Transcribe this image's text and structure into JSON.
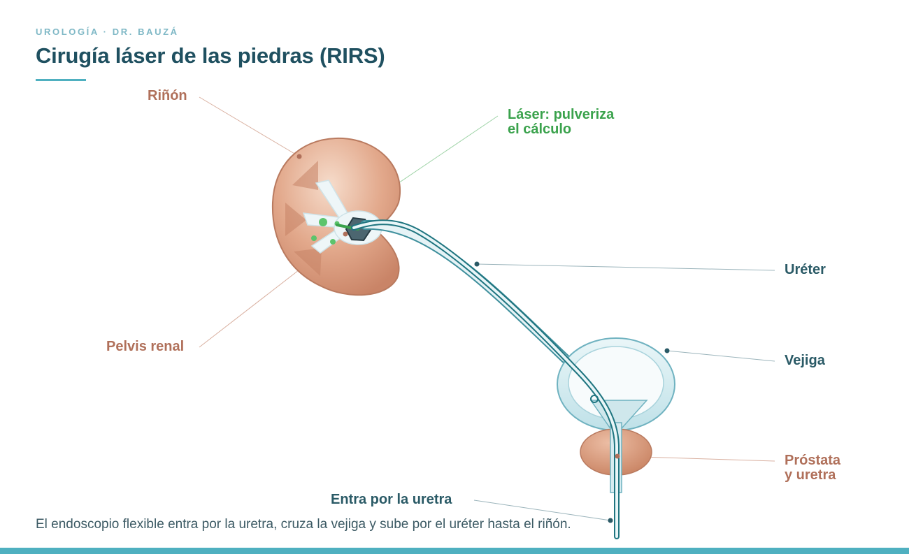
{
  "header": {
    "kicker": "UROLOGÍA · DR. BAUZÁ",
    "title": "Cirugía láser de las piedras (RIRS)"
  },
  "labels": {
    "kidney": "Riñón",
    "laser_line1": "Láser: pulveriza",
    "laser_line2": "el cálculo",
    "ureter": "Uréter",
    "pelvis": "Pelvis renal",
    "bladder": "Vejiga",
    "prostate_line1": "Próstata",
    "prostate_line2": "y uretra",
    "urethra_entry": "Entra por la uretra"
  },
  "caption": "El endoscopio flexible entra por la uretra, cruza la vejiga y sube por el uréter hasta el riñón.",
  "colors": {
    "title": "#1f5060",
    "accent": "#4fb0c0",
    "organ": "#d9987a",
    "laser": "#3aa24c",
    "scope": "#2a7f8c"
  }
}
